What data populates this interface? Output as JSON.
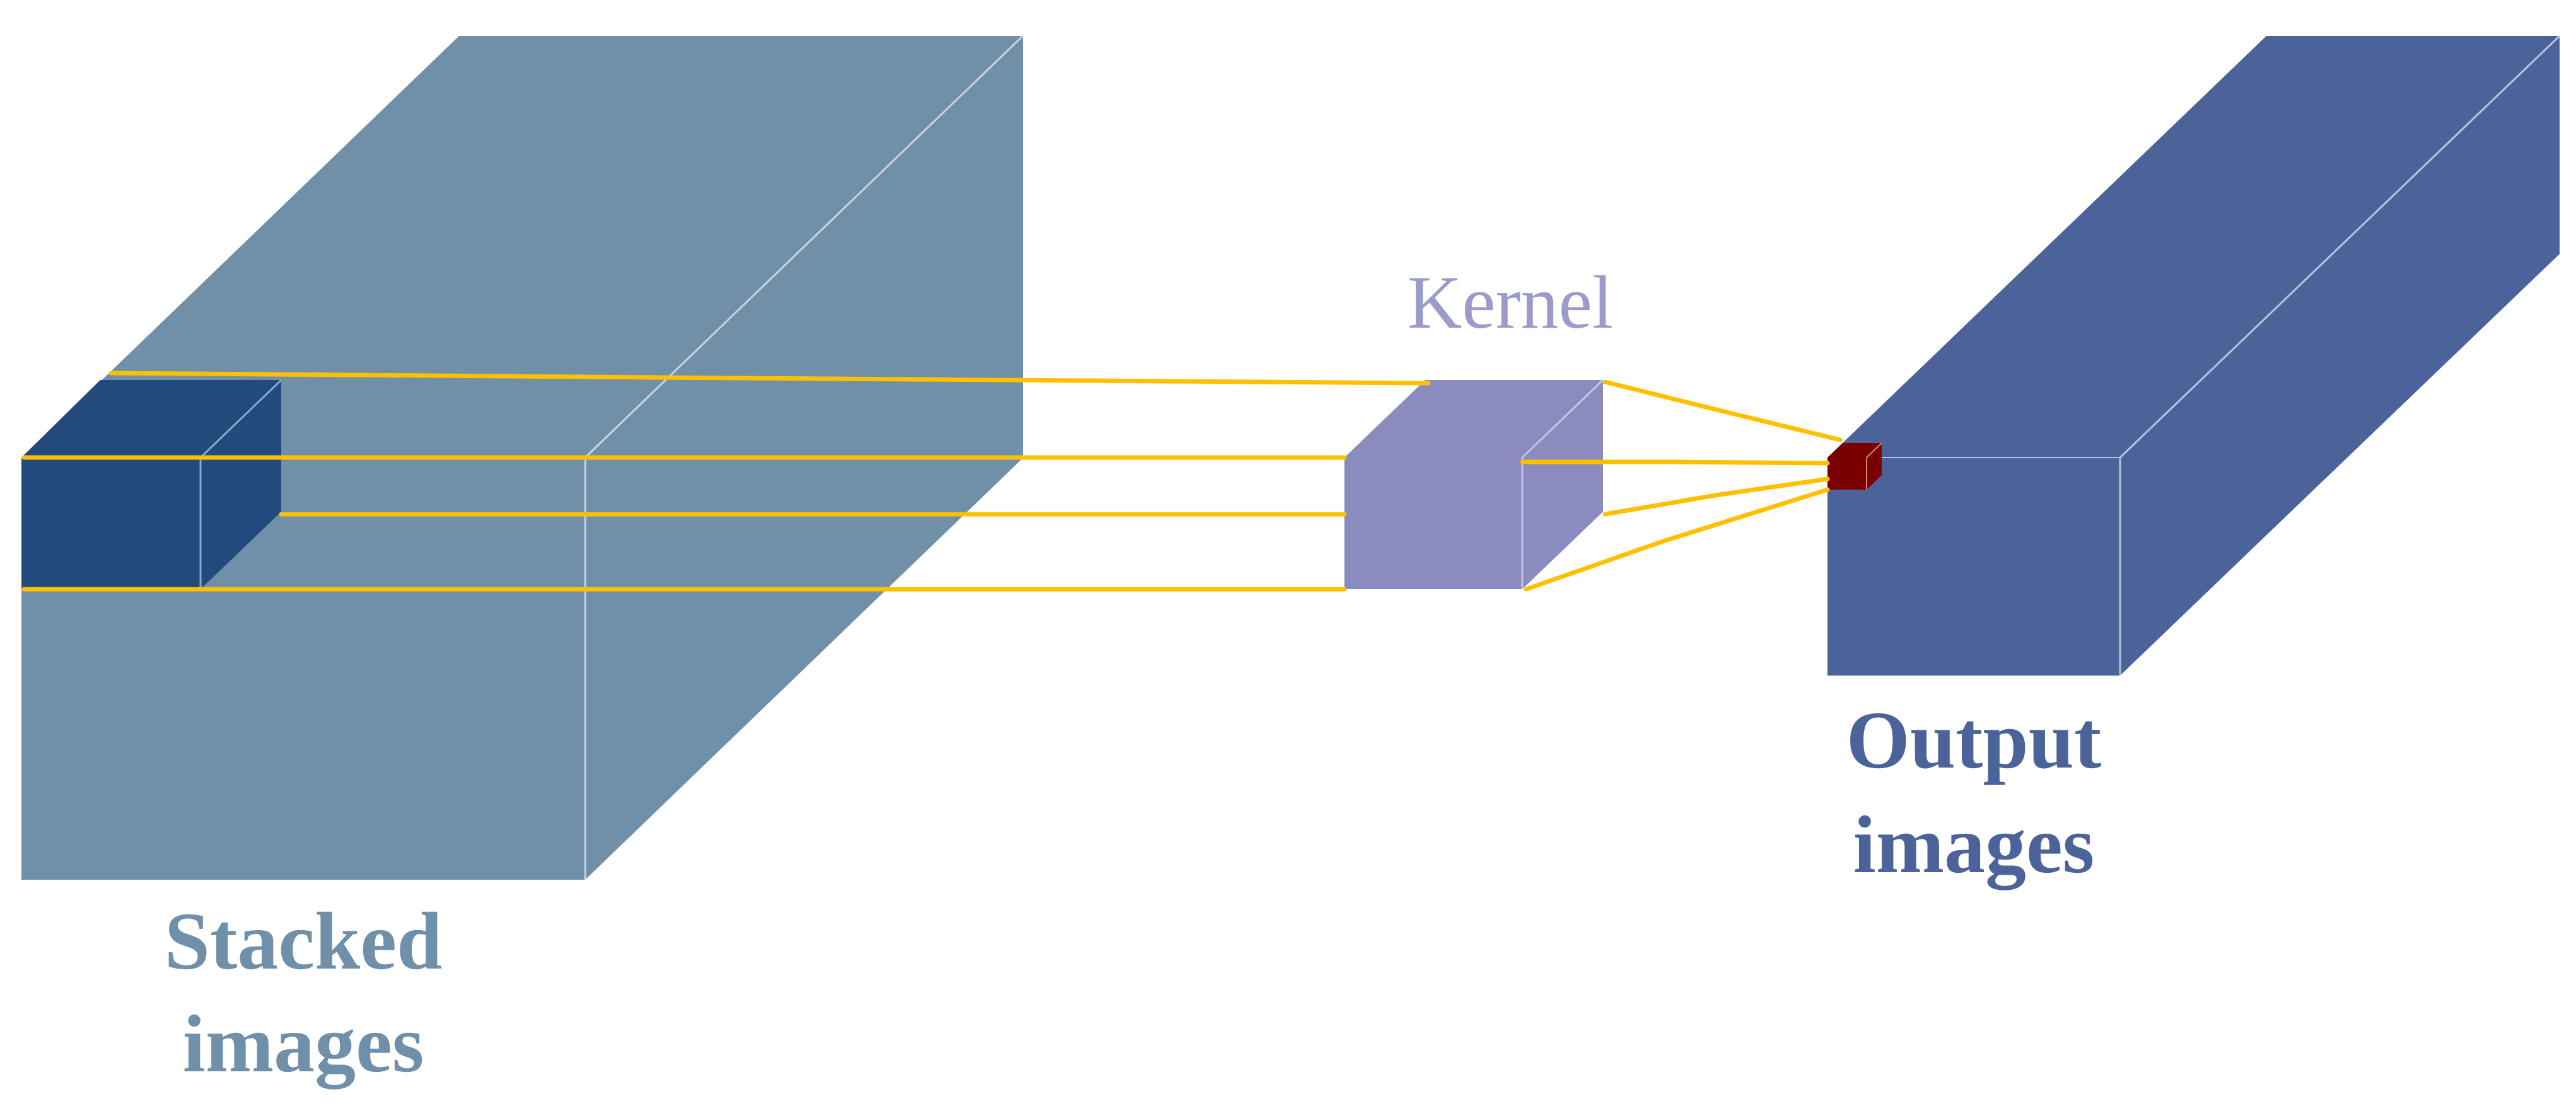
{
  "labels": {
    "kernel": "Kernel",
    "stacked_line1": "Stacked",
    "stacked_line2": "images",
    "output_line1": "Output",
    "output_line2": "images"
  },
  "colors": {
    "stacked_block": "#708FA8",
    "input_patch": "#234A7D",
    "kernel_block": "#8A8BBE",
    "output_block": "#4C639A",
    "output_voxel": "#7A0000",
    "arrow": "#FFC000",
    "edge": "#C9D3DE",
    "kernel_text": "#9A9BCB",
    "stacked_text": "#708FA8",
    "output_text": "#4C639A"
  }
}
